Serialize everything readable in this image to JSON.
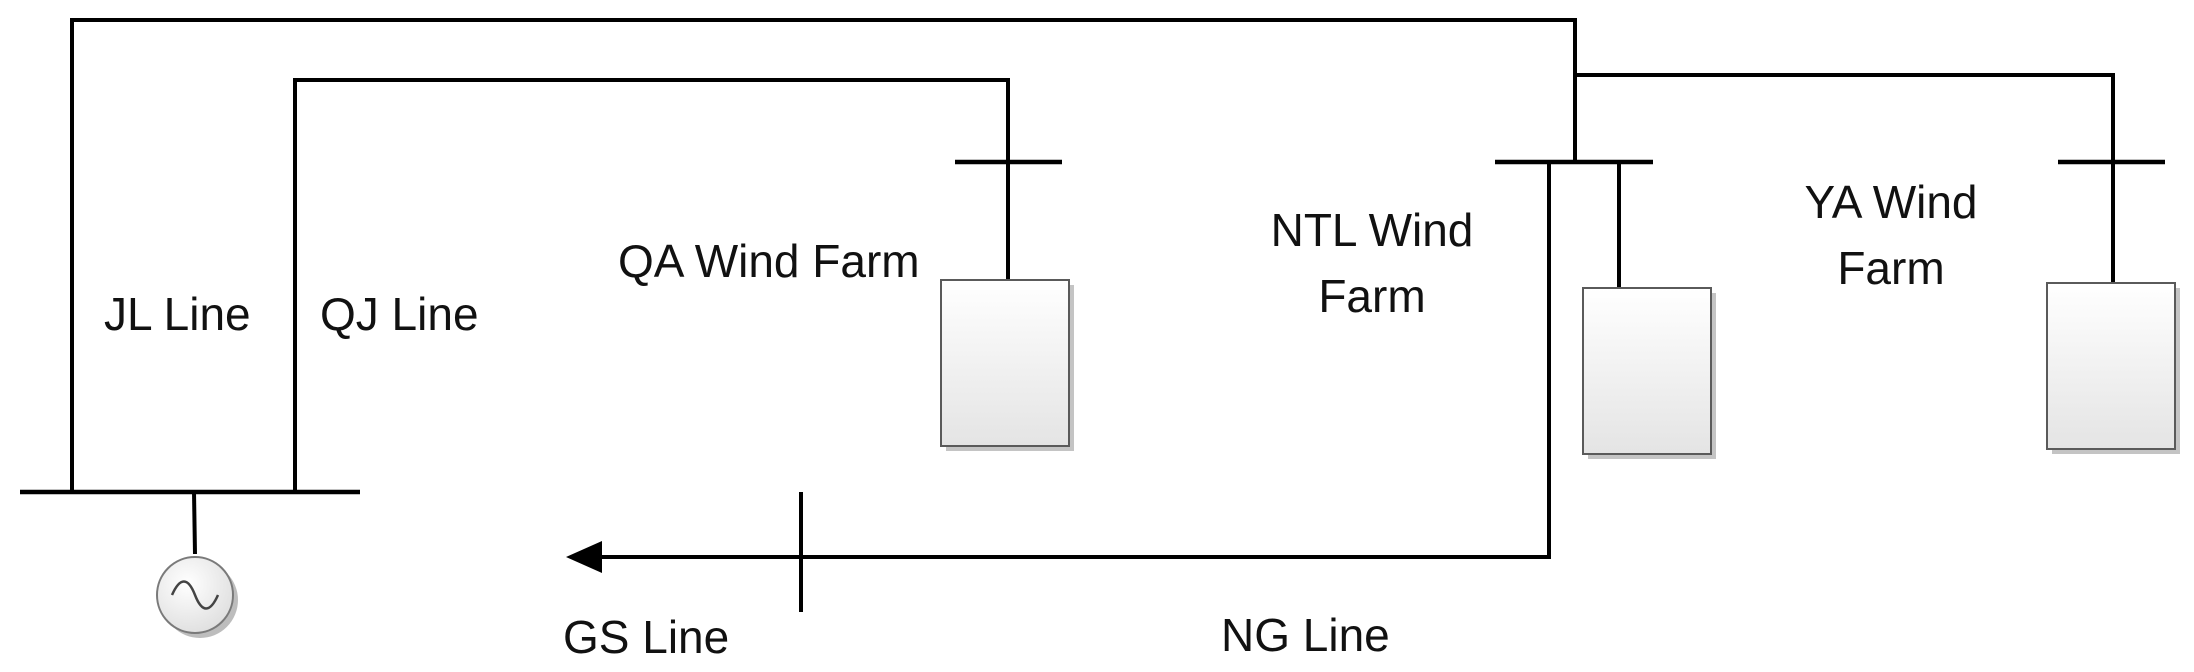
{
  "labels": {
    "jl_line": "JL Line",
    "qj_line": "QJ Line",
    "qa_wind_farm": "QA Wind Farm",
    "ntl_wind_farm_line1": "NTL Wind",
    "ntl_wind_farm_line2": "Farm",
    "ya_wind_farm_line1": "YA Wind",
    "ya_wind_farm_line2": "Farm",
    "gs_line": "GS Line",
    "ng_line": "NG Line"
  },
  "icons": {
    "generator": "ac-generator-icon",
    "wind_farm": "wind-farm-block-icon",
    "direction": "arrow-left-icon"
  },
  "colors": {
    "line": "#000000",
    "block_top": "#ffffff",
    "block_bottom": "#e4e4e4",
    "shadow": "#bdbdbd"
  }
}
